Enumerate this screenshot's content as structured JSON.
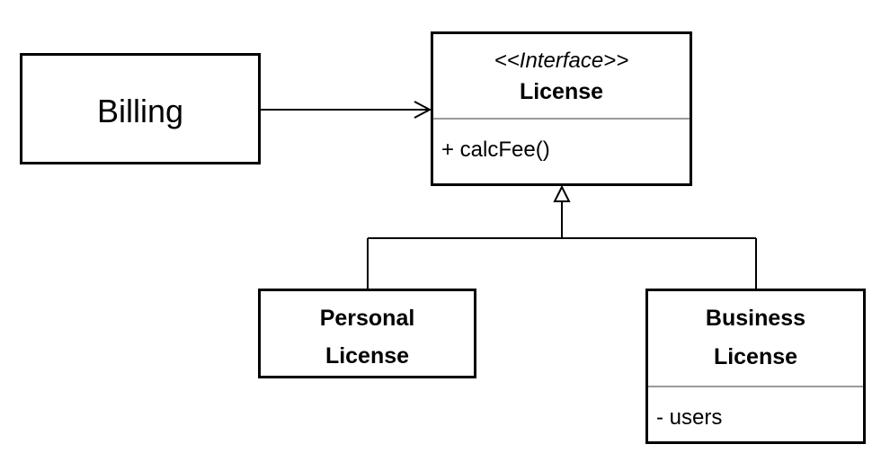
{
  "diagram": {
    "billing": {
      "name": "Billing"
    },
    "license": {
      "stereotype": "<<Interface>>",
      "name": "License",
      "operations": [
        "+ calcFee()"
      ]
    },
    "personal_license": {
      "name_line1": "Personal",
      "name_line2": "License"
    },
    "business_license": {
      "name_line1": "Business",
      "name_line2": "License",
      "attributes": [
        "- users"
      ]
    },
    "relationships": [
      {
        "from": "Billing",
        "to": "License",
        "kind": "dependency"
      },
      {
        "from": "Personal License",
        "to": "License",
        "kind": "realization"
      },
      {
        "from": "Business License",
        "to": "License",
        "kind": "realization"
      }
    ]
  }
}
